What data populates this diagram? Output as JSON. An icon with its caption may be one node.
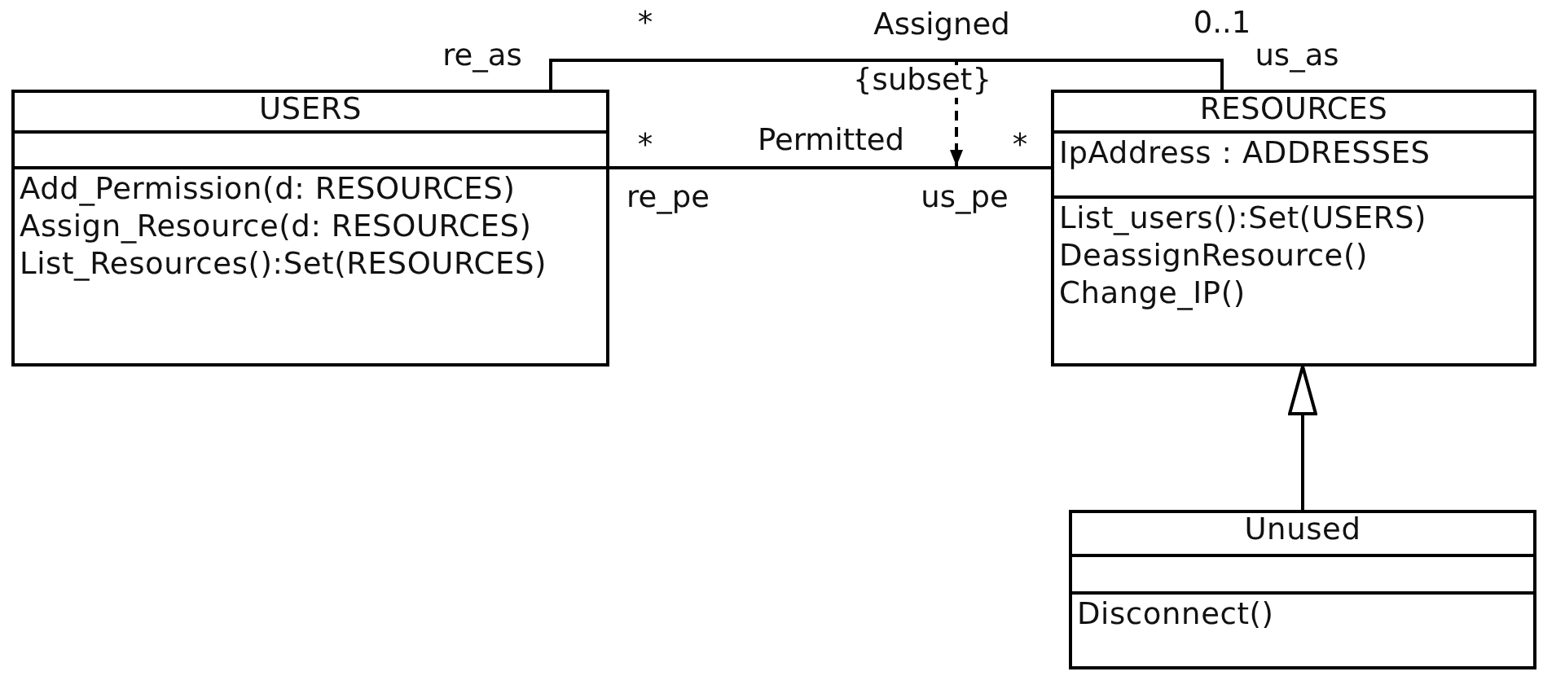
{
  "diagram": {
    "nodes": [
      {
        "text": [
          "USERS"
        ]
      },
      {
        "text": [],
        "shape": "box",
        "in": 0
      },
      {
        "text": [
          "Add_Permission(d: RESOURCES)",
          "Assign_Resource(d: RESOURCES)",
          "List_Resources():Set(RESOURCES)"
        ],
        "in": 0
      },
      {
        "text": [
          "RESOURCES"
        ]
      },
      {
        "text": [
          "IpAddress : ADDRESSES"
        ],
        "in": 3
      },
      {
        "text": [
          "List_users():Set(USERS)",
          "DeassignResource()",
          "Change_IP()"
        ],
        "in": 3
      },
      {
        "text": [
          "Unused"
        ]
      },
      {
        "text": [],
        "shape": "box",
        "in": 6
      },
      {
        "text": [
          "Disconnect()"
        ],
        "in": 6
      }
    ],
    "edges": [
      {
        "from": 0,
        "to": 3,
        "arrow": "none",
        "label": "Assigned"
      },
      {
        "from": 0,
        "to": 3,
        "arrow": "none",
        "label": "Permitted"
      },
      {
        "from": 6,
        "to": 3,
        "arrow": "to"
      }
    ],
    "labels": [
      "*",
      "0..1",
      "re_as",
      "us_as",
      "{subset}",
      "*",
      "*",
      "re_pe",
      "us_pe"
    ]
  }
}
